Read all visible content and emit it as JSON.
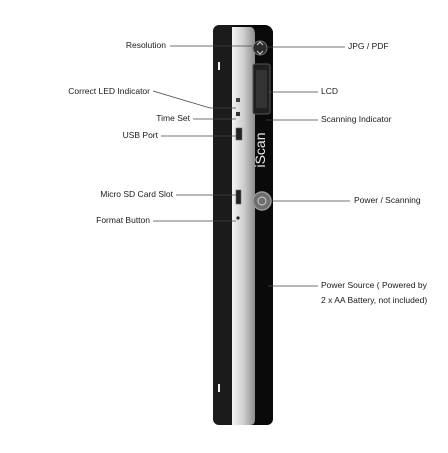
{
  "device": {
    "brand_text": "iScan",
    "colors": {
      "body": "#111111",
      "silver": "#d8d8d8",
      "silver_dark": "#9a9a9a"
    }
  },
  "labels": {
    "left": [
      {
        "id": "resolution",
        "text": "Resolution"
      },
      {
        "id": "correct-led-indicator",
        "text": "Correct LED Indicator"
      },
      {
        "id": "time-set",
        "text": "Time Set"
      },
      {
        "id": "usb-port",
        "text": "USB Port"
      },
      {
        "id": "micro-sd-card-slot",
        "text": "Micro SD Card Slot"
      },
      {
        "id": "format-button",
        "text": "Format Button"
      }
    ],
    "right": [
      {
        "id": "jpg-pdf",
        "text": "JPG / PDF"
      },
      {
        "id": "lcd",
        "text": "LCD"
      },
      {
        "id": "scanning-indicator",
        "text": "Scanning Indicator"
      },
      {
        "id": "power-scanning",
        "text": "Power / Scanning"
      },
      {
        "id": "power-source-line1",
        "text": "Power Source ( Powered by"
      },
      {
        "id": "power-source-line2",
        "text": "2 x AA Battery, not included)"
      }
    ]
  }
}
